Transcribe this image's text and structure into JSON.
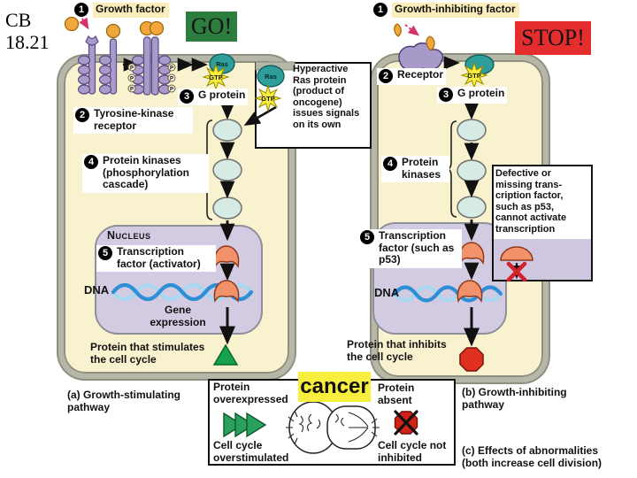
{
  "slide_ref": "CB 18.21",
  "signs": {
    "go": "GO!",
    "stop": "STOP!",
    "cancer": "cancer"
  },
  "molecules": {
    "ras": "Ras",
    "gtp": "GTP",
    "phosphate": "P",
    "dna": "DNA",
    "nucleus": "Nucleus"
  },
  "left": {
    "step1_num": "1",
    "step1": "Growth factor",
    "step2_num": "2",
    "step2": "Tyrosine-kinase receptor",
    "step3_num": "3",
    "step3": "G protein",
    "step4_num": "4",
    "step4": "Protein kinases (phosphorylation cascade)",
    "step5_num": "5",
    "step5": "Transcription factor (activator)",
    "gene_expression": "Gene expression",
    "result": "Protein that stimulates the cell cycle",
    "caption": "(a) Growth-stimulating pathway"
  },
  "right": {
    "step1_num": "1",
    "step1": "Growth-inhibiting factor",
    "step2_num": "2",
    "step2": "Receptor",
    "step3_num": "3",
    "step3": "G protein",
    "step4_num": "4",
    "step4": "Protein kinases",
    "step5_num": "5",
    "step5": "Transcription factor (such as p53)",
    "result": "Protein that inhibits the cell cycle",
    "caption": "(b) Growth-inhibiting pathway"
  },
  "callouts": {
    "hyperactive": "Hyperactive Ras protein (product of oncogene) issues signals on its own",
    "defective": "Defective or missing trans-cription factor, such as p53, cannot activate transcription"
  },
  "effects": {
    "overexpressed": "Protein overexpressed",
    "overstimulated": "Cell cycle overstimulated",
    "absent": "Protein absent",
    "not_inhibited": "Cell cycle not inhibited",
    "caption": "(c) Effects of abnormalities (both increase cell division)"
  },
  "colors": {
    "cell_fill": "#f9f2cf",
    "membrane": "#b7b7a8",
    "nucleus_fill": "#d3cbe2",
    "go_bg": "#2d7d3e",
    "stop_bg": "#e62d2d",
    "cancer_bg": "#f8ee3e",
    "label_highlight": "#fceebb",
    "ras_teal": "#2f9d99",
    "gtp_yellow": "#f7ee3d",
    "receptor_purple": "#a79ac8",
    "ligand_orange": "#f0a83c",
    "kinase_blue": "#d6ebe4",
    "tf_salmon": "#f2926b",
    "dna_blue": "#2f8fd6",
    "stimulate_green": "#18a24b",
    "inhibit_red": "#d42a1e"
  }
}
